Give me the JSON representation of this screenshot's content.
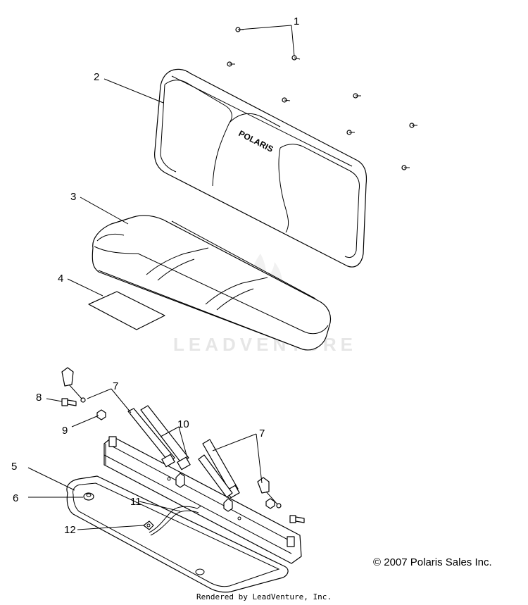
{
  "watermark": {
    "text": "LEADVENTURE"
  },
  "brand_logo": {
    "text": "POLARIS"
  },
  "callouts": [
    "1",
    "2",
    "3",
    "4",
    "5",
    "6",
    "7",
    "8",
    "9",
    "10",
    "11",
    "12",
    "7"
  ],
  "footer": {
    "copyright_symbol": "©",
    "copyright": "2007 Polaris Sales Inc.",
    "rendered_by": "Rendered by LeadVenture, Inc."
  },
  "colors": {
    "line": "#000000",
    "watermark": "#e6e6e6",
    "background": "#ffffff"
  }
}
